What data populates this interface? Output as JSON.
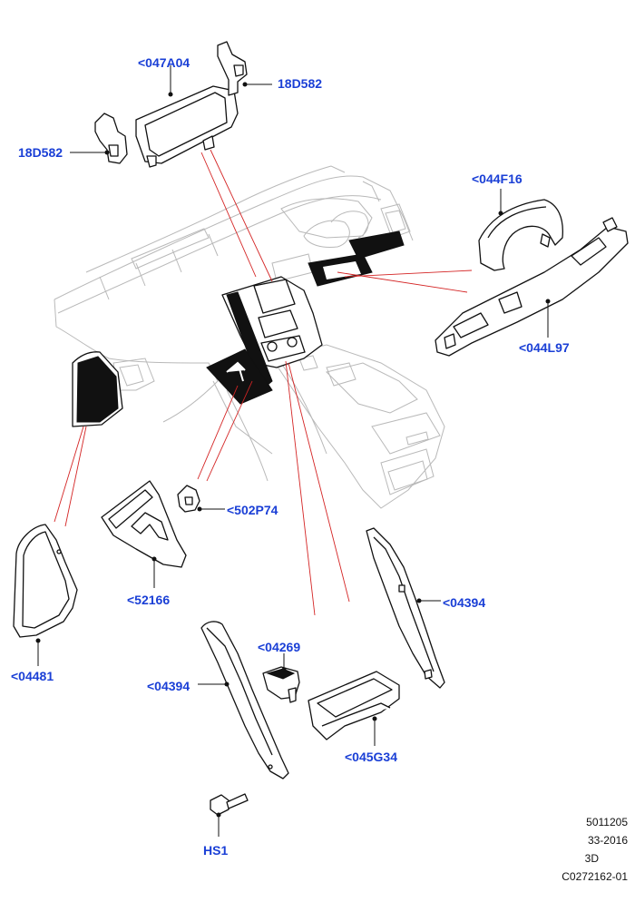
{
  "callouts": {
    "c047A04": "<047A04",
    "c18D582_top": "18D582",
    "c18D582_left": "18D582",
    "c044F16": "<044F16",
    "c044L97": "<044L97",
    "c502P74": "<502P74",
    "c52166": "<52166",
    "c04481": "<04481",
    "c04394_right": "<04394",
    "c04269": "<04269",
    "c04394_left": "<04394",
    "c045G34": "<045G34",
    "cHS1": "HS1"
  },
  "footer": {
    "line1": "5011205",
    "line2": "33-2016",
    "line3": "3D",
    "line4": "C0272162-01"
  },
  "colors": {
    "callout_blue": "#1a3fd6",
    "leader_red": "#d42424",
    "outline": "#111111"
  }
}
